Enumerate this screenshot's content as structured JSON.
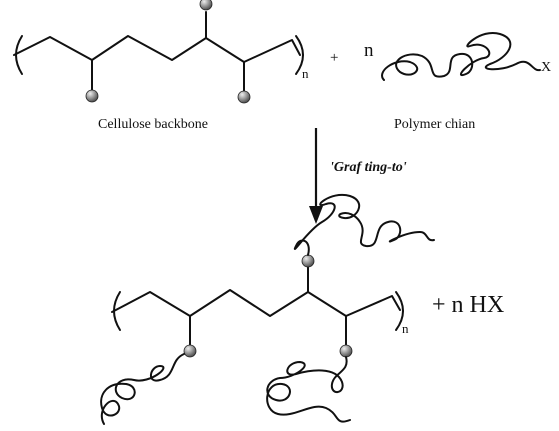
{
  "reactants": {
    "backbone_caption": "Cellulose backbone",
    "backbone_subscript": "n",
    "plus": "+",
    "coefficient": "n",
    "chain_end_group": "X",
    "chain_caption": "Polymer chian"
  },
  "reaction": {
    "method_label": "'Graf ting-to'"
  },
  "products": {
    "backbone_subscript": "n",
    "byproduct": "+ n HX"
  },
  "colors": {
    "ink": "#111111",
    "bead_light": "#eeeeee",
    "bead_dark": "#444444"
  }
}
